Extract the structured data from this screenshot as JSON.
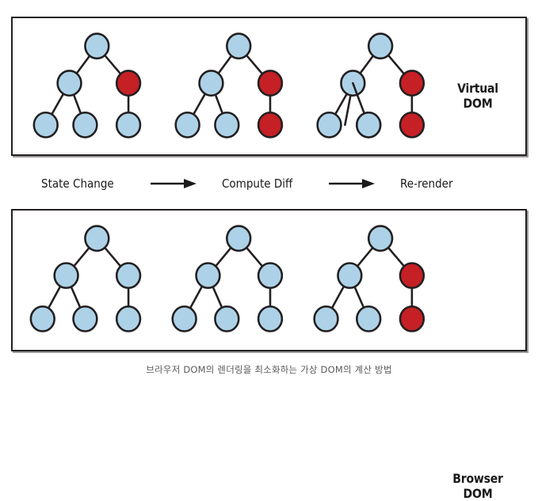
{
  "figure": {
    "caption": "브라우저 DOM의 렌더링을 최소화하는 가상 DOM의 계산 방법",
    "colors": {
      "node_blue": "#ADD2E8",
      "node_red": "#C42025",
      "outline": "#231f20",
      "edge": "#231f20",
      "panel_border": "#231f20",
      "caption_text": "#58595b",
      "label_text": "#1a1a1a",
      "background": "#ffffff"
    }
  },
  "panels": [
    {
      "id": "virtual-dom",
      "label_line1": "Virtual",
      "label_line2": "DOM",
      "trees": [
        {
          "name": "virtual-tree-1",
          "nodes": [
            {
              "id": "root",
              "color": "blue"
            },
            {
              "id": "left",
              "color": "blue"
            },
            {
              "id": "right",
              "color": "red"
            },
            {
              "id": "leaf1",
              "color": "blue"
            },
            {
              "id": "leaf2",
              "color": "blue"
            },
            {
              "id": "leaf3",
              "color": "blue"
            }
          ]
        },
        {
          "name": "virtual-tree-2",
          "nodes": [
            {
              "id": "root",
              "color": "blue"
            },
            {
              "id": "left",
              "color": "blue"
            },
            {
              "id": "right",
              "color": "red"
            },
            {
              "id": "leaf1",
              "color": "blue"
            },
            {
              "id": "leaf2",
              "color": "blue"
            },
            {
              "id": "leaf3",
              "color": "red"
            }
          ]
        },
        {
          "name": "virtual-tree-3",
          "nodes": [
            {
              "id": "root",
              "color": "blue"
            },
            {
              "id": "left",
              "color": "blue"
            },
            {
              "id": "right",
              "color": "red"
            },
            {
              "id": "leaf1",
              "color": "blue"
            },
            {
              "id": "leaf2",
              "color": "blue"
            },
            {
              "id": "leaf3",
              "color": "red"
            }
          ]
        }
      ]
    },
    {
      "id": "browser-dom",
      "label_line1": "Browser",
      "label_line2": "DOM",
      "trees": [
        {
          "name": "browser-tree-1",
          "nodes": [
            {
              "id": "root",
              "color": "blue"
            },
            {
              "id": "left",
              "color": "blue"
            },
            {
              "id": "right",
              "color": "blue"
            },
            {
              "id": "leaf1",
              "color": "blue"
            },
            {
              "id": "leaf2",
              "color": "blue"
            },
            {
              "id": "leaf3",
              "color": "blue"
            }
          ]
        },
        {
          "name": "browser-tree-2",
          "nodes": [
            {
              "id": "root",
              "color": "blue"
            },
            {
              "id": "left",
              "color": "blue"
            },
            {
              "id": "right",
              "color": "blue"
            },
            {
              "id": "leaf1",
              "color": "blue"
            },
            {
              "id": "leaf2",
              "color": "blue"
            },
            {
              "id": "leaf3",
              "color": "blue"
            }
          ]
        },
        {
          "name": "browser-tree-3",
          "nodes": [
            {
              "id": "root",
              "color": "blue"
            },
            {
              "id": "left",
              "color": "blue"
            },
            {
              "id": "right",
              "color": "red"
            },
            {
              "id": "leaf1",
              "color": "blue"
            },
            {
              "id": "leaf2",
              "color": "blue"
            },
            {
              "id": "leaf3",
              "color": "red"
            }
          ]
        }
      ]
    }
  ],
  "flow": {
    "steps": [
      "State Change",
      "Compute Diff",
      "Re-render"
    ],
    "arrow_icon": "right-arrow-icon"
  }
}
